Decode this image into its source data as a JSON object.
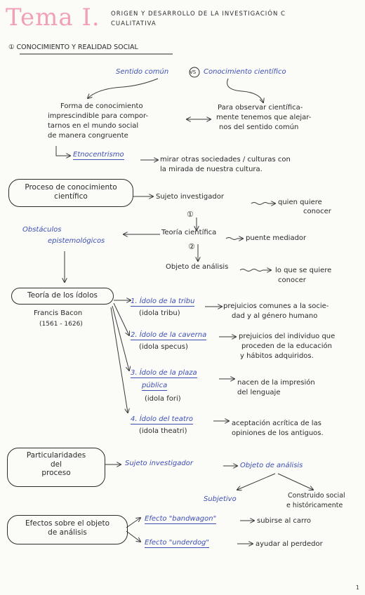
{
  "header": {
    "tema": "Tema I.",
    "subtitle_l1": "ORIGEN Y DESARROLLO DE LA INVESTIGACIÓN C",
    "subtitle_l2": "CUALITATIVA"
  },
  "section1": {
    "heading": "① CONOCIMIENTO Y REALIDAD SOCIAL"
  },
  "top": {
    "sentido": "Sentido común",
    "vs": "VS",
    "conocimiento": "Conocimiento científico",
    "left_l1": "Forma de conocimiento",
    "left_l2": "imprescindible para compor-",
    "left_l3": "tarnos en el mundo social",
    "left_l4": "de manera congruente",
    "right_l1": "Para observar científica-",
    "right_l2": "mente tenemos que alejar-",
    "right_l3": "nos del sentido común",
    "etno": "Etnocentrismo",
    "etno_desc_l1": "mirar otras sociedades / culturas con",
    "etno_desc_l2": "la mirada de nuestra cultura."
  },
  "proceso": {
    "box_l1": "Proceso de conocimiento",
    "box_l2": "científico",
    "sujeto": "Sujeto investigador",
    "sujeto_desc_l1": "quien quiere",
    "sujeto_desc_l2": "conocer",
    "num1": "①",
    "teoria": "Teoría científica",
    "teoria_desc": "puente mediador",
    "num2": "②",
    "objeto": "Objeto de análisis",
    "objeto_desc_l1": "lo que se quiere",
    "objeto_desc_l2": "conocer",
    "obstaculos_l1": "Obstáculos",
    "obstaculos_l2": "epistemológicos"
  },
  "idolos": {
    "box": "Teoría de los ídolos",
    "author": "Francis Bacon",
    "years": "(1561 - 1626)",
    "items": [
      {
        "title": "1. Ídolo de la tribu",
        "latin": "(idola tribu)",
        "desc_l1": "prejuicios comunes a la socie-",
        "desc_l2": "dad y al género humano",
        "desc_l3": ""
      },
      {
        "title": "2. Ídolo de la caverna",
        "latin": "(idola specus)",
        "desc_l1": "prejuicios del individuo que",
        "desc_l2": "proceden de la educación",
        "desc_l3": "y hábitos adquiridos."
      },
      {
        "title": "3. Ídolo de la plaza",
        "title_l2": "pública",
        "latin": "(idola fori)",
        "desc_l1": "nacen de la impresión",
        "desc_l2": "del lenguaje",
        "desc_l3": ""
      },
      {
        "title": "4. Ídolo del teatro",
        "latin": "(idola theatri)",
        "desc_l1": "aceptación acrítica de las",
        "desc_l2": "opiniones de los antiguos.",
        "desc_l3": ""
      }
    ]
  },
  "particularidades": {
    "box_l1": "Particularidades",
    "box_l2": "del",
    "box_l3": "proceso",
    "sujeto": "Sujeto investigador",
    "objeto": "Objeto de análisis",
    "subjetivo": "Subjetivo",
    "construido_l1": "Construido social",
    "construido_l2": "e históricamente"
  },
  "efectos": {
    "box_l1": "Efectos sobre el objeto",
    "box_l2": "de análisis",
    "e1": "Efecto \"bandwagon\"",
    "e1_desc": "subirse al carro",
    "e2": "Efecto \"underdog\"",
    "e2_desc": "ayudar al perdedor"
  },
  "page_number": "1",
  "colors": {
    "blue_ink": "#3d4fb5",
    "pink_title": "#f2a0b6",
    "black_ink": "#2a2a2a"
  }
}
